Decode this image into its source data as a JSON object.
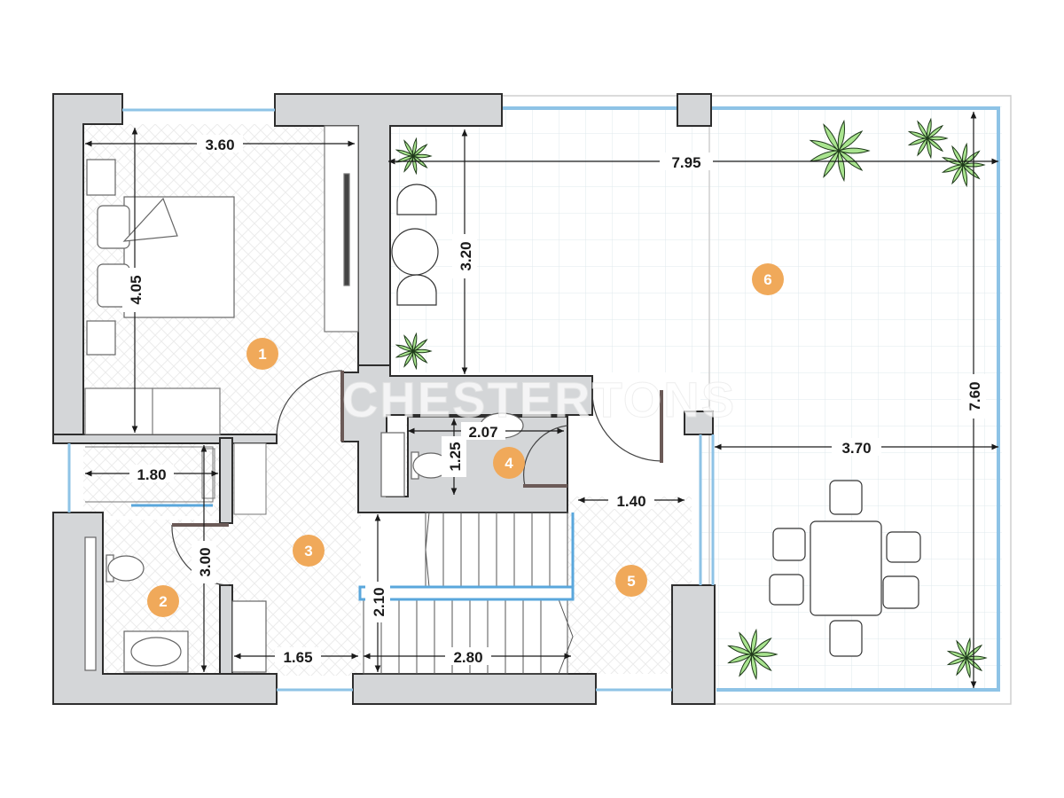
{
  "colors": {
    "wall": "#d4d6d8",
    "wall_stroke": "#2e2e2e",
    "glass": "#8ec3e6",
    "badge": "#f0a95a",
    "plant": "#a9e48f",
    "terrace_grid": "#dfe8ee"
  },
  "rooms": [
    {
      "label": "1",
      "name": "bedroom"
    },
    {
      "label": "2",
      "name": "bathroom"
    },
    {
      "label": "3",
      "name": "hall"
    },
    {
      "label": "4",
      "name": "wc"
    },
    {
      "label": "5",
      "name": "stair-landing"
    },
    {
      "label": "6",
      "name": "terrace"
    }
  ],
  "dimensions": {
    "bedroom_width": "3.60",
    "bedroom_depth": "4.05",
    "closet_width": "1.80",
    "bathroom_depth": "3.00",
    "hall_width": "1.65",
    "stair_depth": "2.10",
    "stair_width": "2.80",
    "wc_width": "2.07",
    "wc_depth": "1.25",
    "landing_width": "1.40",
    "terrace_width": "7.95",
    "terrace_lower_width": "3.70",
    "terrace_depth": "7.60",
    "terrace_upper_depth": "3.20"
  },
  "watermark": "CHESTERTONS",
  "icons": [
    "bed-icon",
    "wardrobe-icon",
    "toilet-icon",
    "sink-icon",
    "shower-icon",
    "stairs-icon",
    "plant-icon",
    "chair-icon",
    "table-icon",
    "door-icon"
  ]
}
